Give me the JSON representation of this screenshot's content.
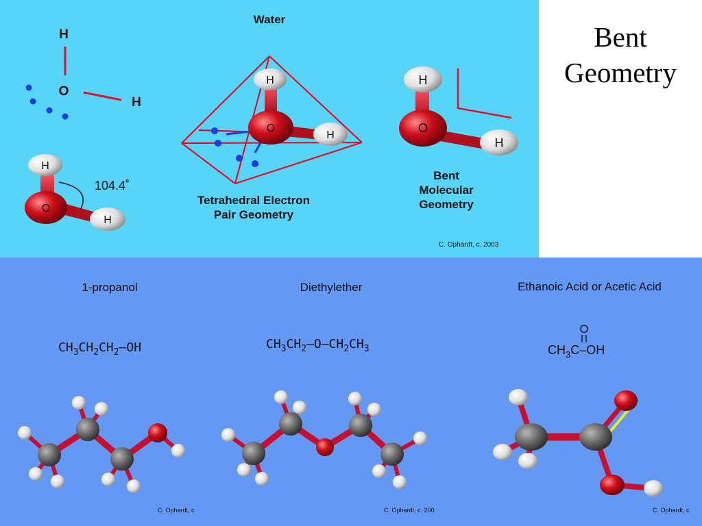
{
  "slide": {
    "title_line1": "Bent",
    "title_line2": "Geometry"
  },
  "water_panel": {
    "heading": "Water",
    "lewis_atoms": {
      "h_top": "H",
      "o": "O",
      "h_right": "H"
    },
    "angle_label": "104.4˚",
    "tetra_label_line1": "Tetrahedral Electron",
    "tetra_label_line2": "Pair Geometry",
    "bent_label_line1": "Bent",
    "bent_label_line2": "Molecular",
    "bent_label_line3": "Geometry",
    "credit": "C. Ophardt, c. 2003",
    "atom_h": "H",
    "atom_o": "O"
  },
  "molecules": [
    {
      "name": "1-propanol",
      "formula_parts": [
        "CH",
        "3",
        "CH",
        "2",
        "CH",
        "2",
        "–OH"
      ],
      "credit": "C. Ophardt, c."
    },
    {
      "name": "Diethylether",
      "formula_parts": [
        "CH",
        "3",
        "CH",
        "2",
        "–O–CH",
        "2",
        "CH",
        "3"
      ],
      "credit": "C. Ophardt, c. 200"
    },
    {
      "name": "Ethanoic Acid or Acetic Acid",
      "formula_o": "O",
      "formula_parts": [
        "CH",
        "3",
        "C–OH"
      ],
      "credit": "C. Ophardt, c"
    }
  ],
  "colors": {
    "top_bg": "#57d5f8",
    "bottom_bg": "#6398f5",
    "oxygen": "#d0101c",
    "hydrogen": "#e8e8e8",
    "carbon": "#6a6a6a",
    "bond": "#c8102e",
    "lone_pair": "#1b3ce0"
  }
}
